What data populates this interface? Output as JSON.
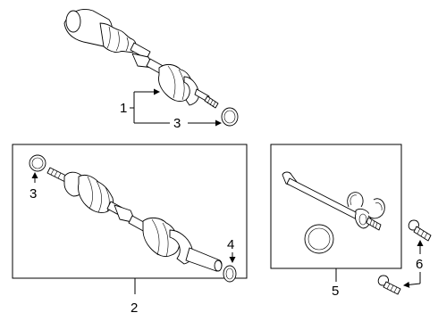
{
  "diagram": {
    "callouts": {
      "c1": "1",
      "c2": "2",
      "c3_top": "3",
      "c3_left": "3",
      "c4": "4",
      "c5": "5",
      "c6": "6"
    }
  }
}
